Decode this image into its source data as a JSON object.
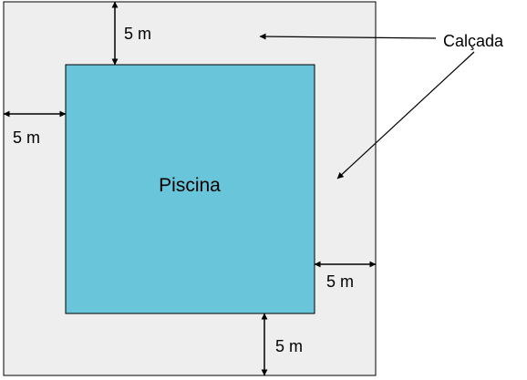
{
  "diagram": {
    "walkway_label": "Calçada",
    "pool_label": "Piscina",
    "dimensions": {
      "top": "5 m",
      "left": "5 m",
      "right": "5 m",
      "bottom": "5 m"
    }
  },
  "colors": {
    "walkway": "#eeeeee",
    "pool": "#69c5d9",
    "outline": "#000000"
  }
}
